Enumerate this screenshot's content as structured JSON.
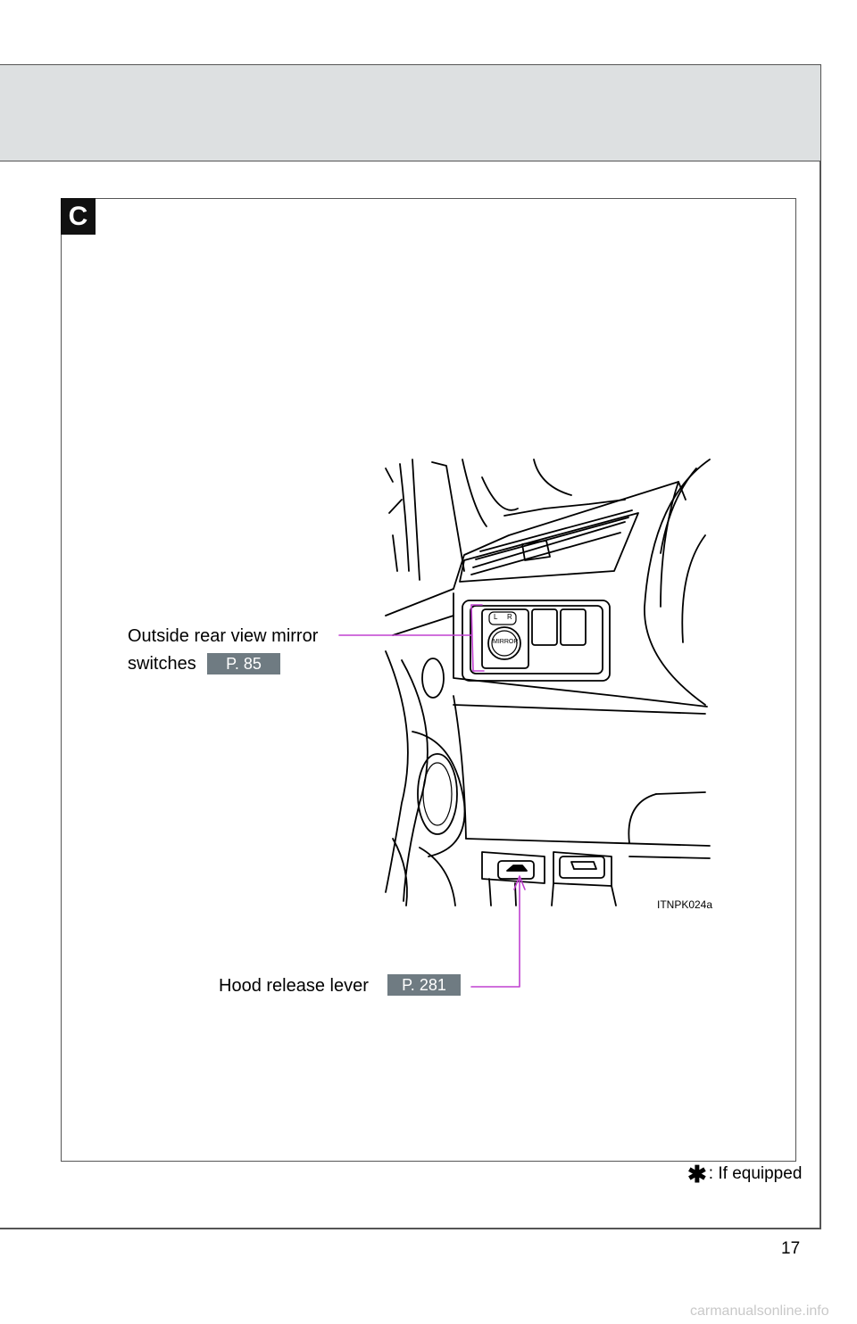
{
  "section": {
    "tab_letter": "C"
  },
  "callouts": {
    "mirror": {
      "line1": "Outside rear view mirror",
      "line2": "switches",
      "page_ref": "P. 85"
    },
    "hood": {
      "label": "Hood release lever",
      "page_ref": "P. 281"
    }
  },
  "illustration": {
    "figure_id": "ITNPK024a",
    "switch_labels": {
      "left": "L",
      "right": "R",
      "mirror": "MIRROR"
    }
  },
  "footnote": {
    "symbol": "✱",
    "text": ": If equipped"
  },
  "page_number": "17",
  "watermark": "carmanualsonline.info",
  "colors": {
    "callout_line": "#c040d0",
    "badge": "#6f7b82",
    "header_band": "#dde0e1"
  }
}
